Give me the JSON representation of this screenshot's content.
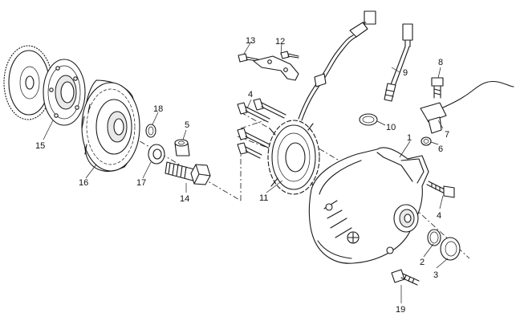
{
  "diagram": {
    "type": "exploded parts diagram",
    "parts": [
      {
        "id": "1",
        "label": "1"
      },
      {
        "id": "2",
        "label": "2"
      },
      {
        "id": "3",
        "label": "3"
      },
      {
        "id": "4a",
        "label": "4"
      },
      {
        "id": "4b",
        "label": "4"
      },
      {
        "id": "5",
        "label": "5"
      },
      {
        "id": "6",
        "label": "6"
      },
      {
        "id": "7",
        "label": "7"
      },
      {
        "id": "8",
        "label": "8"
      },
      {
        "id": "9",
        "label": "9"
      },
      {
        "id": "10",
        "label": "10"
      },
      {
        "id": "11",
        "label": "11"
      },
      {
        "id": "12",
        "label": "12"
      },
      {
        "id": "13",
        "label": "13"
      },
      {
        "id": "14",
        "label": "14"
      },
      {
        "id": "15",
        "label": "15"
      },
      {
        "id": "16",
        "label": "16"
      },
      {
        "id": "17",
        "label": "17"
      },
      {
        "id": "18",
        "label": "18"
      },
      {
        "id": "19",
        "label": "19"
      }
    ]
  }
}
